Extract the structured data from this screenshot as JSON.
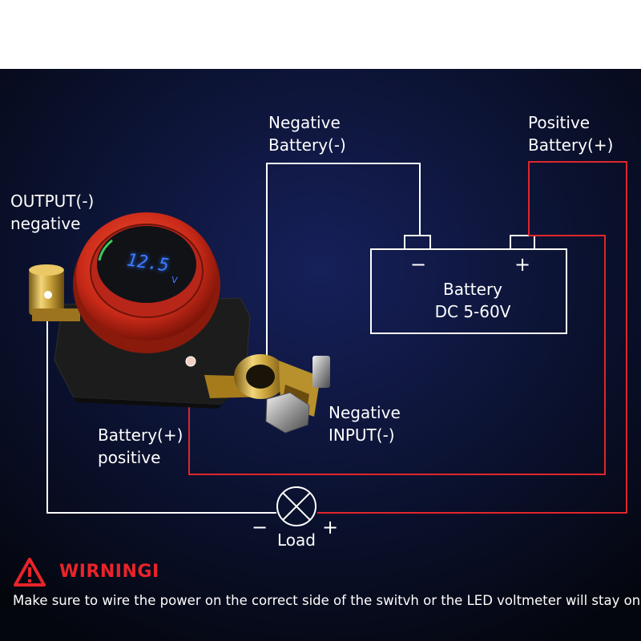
{
  "labels": {
    "negative_battery": [
      "Negative",
      "Battery(-)"
    ],
    "positive_battery": [
      "Positive",
      "Battery(+)"
    ],
    "output_negative": [
      "OUTPUT(-)",
      "negative"
    ],
    "battery_positive": [
      "Battery(+)",
      "positive"
    ],
    "negative_input": [
      "Negative",
      "INPUT(-)"
    ],
    "battery_box": [
      "Battery",
      "DC 5-60V"
    ],
    "battery_minus": "−",
    "battery_plus": "+",
    "load": "Load",
    "load_minus": "−",
    "load_plus": "+"
  },
  "device": {
    "voltage_display": "12.5",
    "voltage_unit": "V"
  },
  "warning": {
    "title": "WIRNINGI",
    "text": "Make sure to wire the power on the correct side of the switvh or the LED voltmeter will stay on!"
  },
  "colors": {
    "background_top": "#0b1230",
    "background_bottom": "#05070f",
    "wire_white": "#ffffff",
    "wire_red": "#e0262b",
    "warning_red": "#e8242a",
    "device_red": "#d9321f",
    "display_blue": "#3b7dff"
  }
}
